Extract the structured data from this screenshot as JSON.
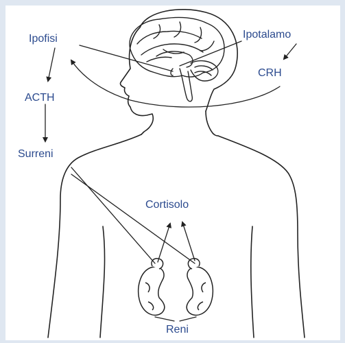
{
  "labels": {
    "ipofisi": "Ipofisi",
    "ipotalamo": "Ipotalamo",
    "crh": "CRH",
    "acth": "ACTH",
    "surreni": "Surreni",
    "cortisolo": "Cortisolo",
    "reni": "Reni"
  },
  "colors": {
    "frame": "#dfe7f1",
    "text": "#2b4a8e",
    "line": "#222222"
  }
}
